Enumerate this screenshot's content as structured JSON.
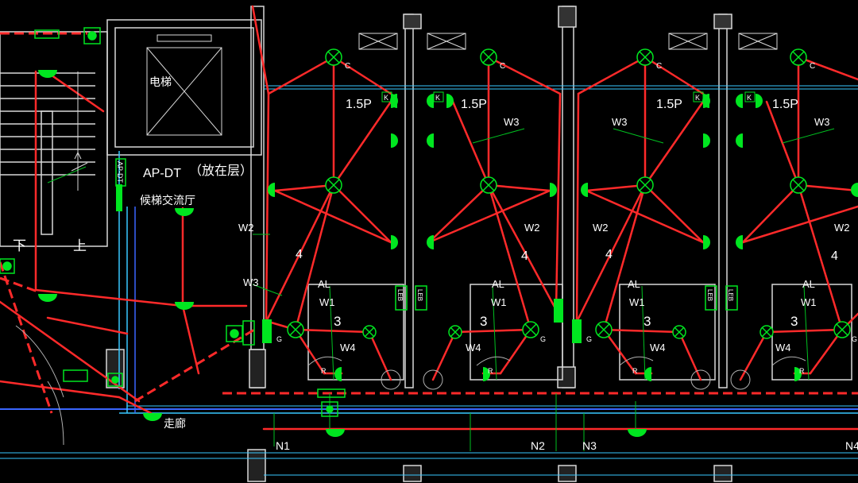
{
  "colors": {
    "background": "#000000",
    "wire": "#ff2a2a",
    "fixture": "#00e620",
    "wall": "#d8d8d8",
    "cyan": "#38c8ff",
    "blue": "#3a66ff",
    "text": "#ffffff",
    "dim": "#3a8a3a"
  },
  "labels": {
    "elevator": "电梯",
    "panel_id": "AP-DT",
    "panel_note": "（放在层）",
    "panel_vertical": "AP-DT",
    "lobby": "候梯交流厅",
    "corridor": "走廊",
    "stair_down": "下",
    "stair_up": "上",
    "c": "C",
    "ac": "1.5P",
    "k": "K",
    "w1": "W1",
    "w2": "W2",
    "w3": "W3",
    "w4": "W4",
    "al": "AL",
    "leb": "LEB",
    "g": "G",
    "r": "R",
    "n1": "N1",
    "n2": "N2",
    "n3": "N3",
    "n4": "N4",
    "wire_4": "4",
    "wire_3": "3"
  }
}
